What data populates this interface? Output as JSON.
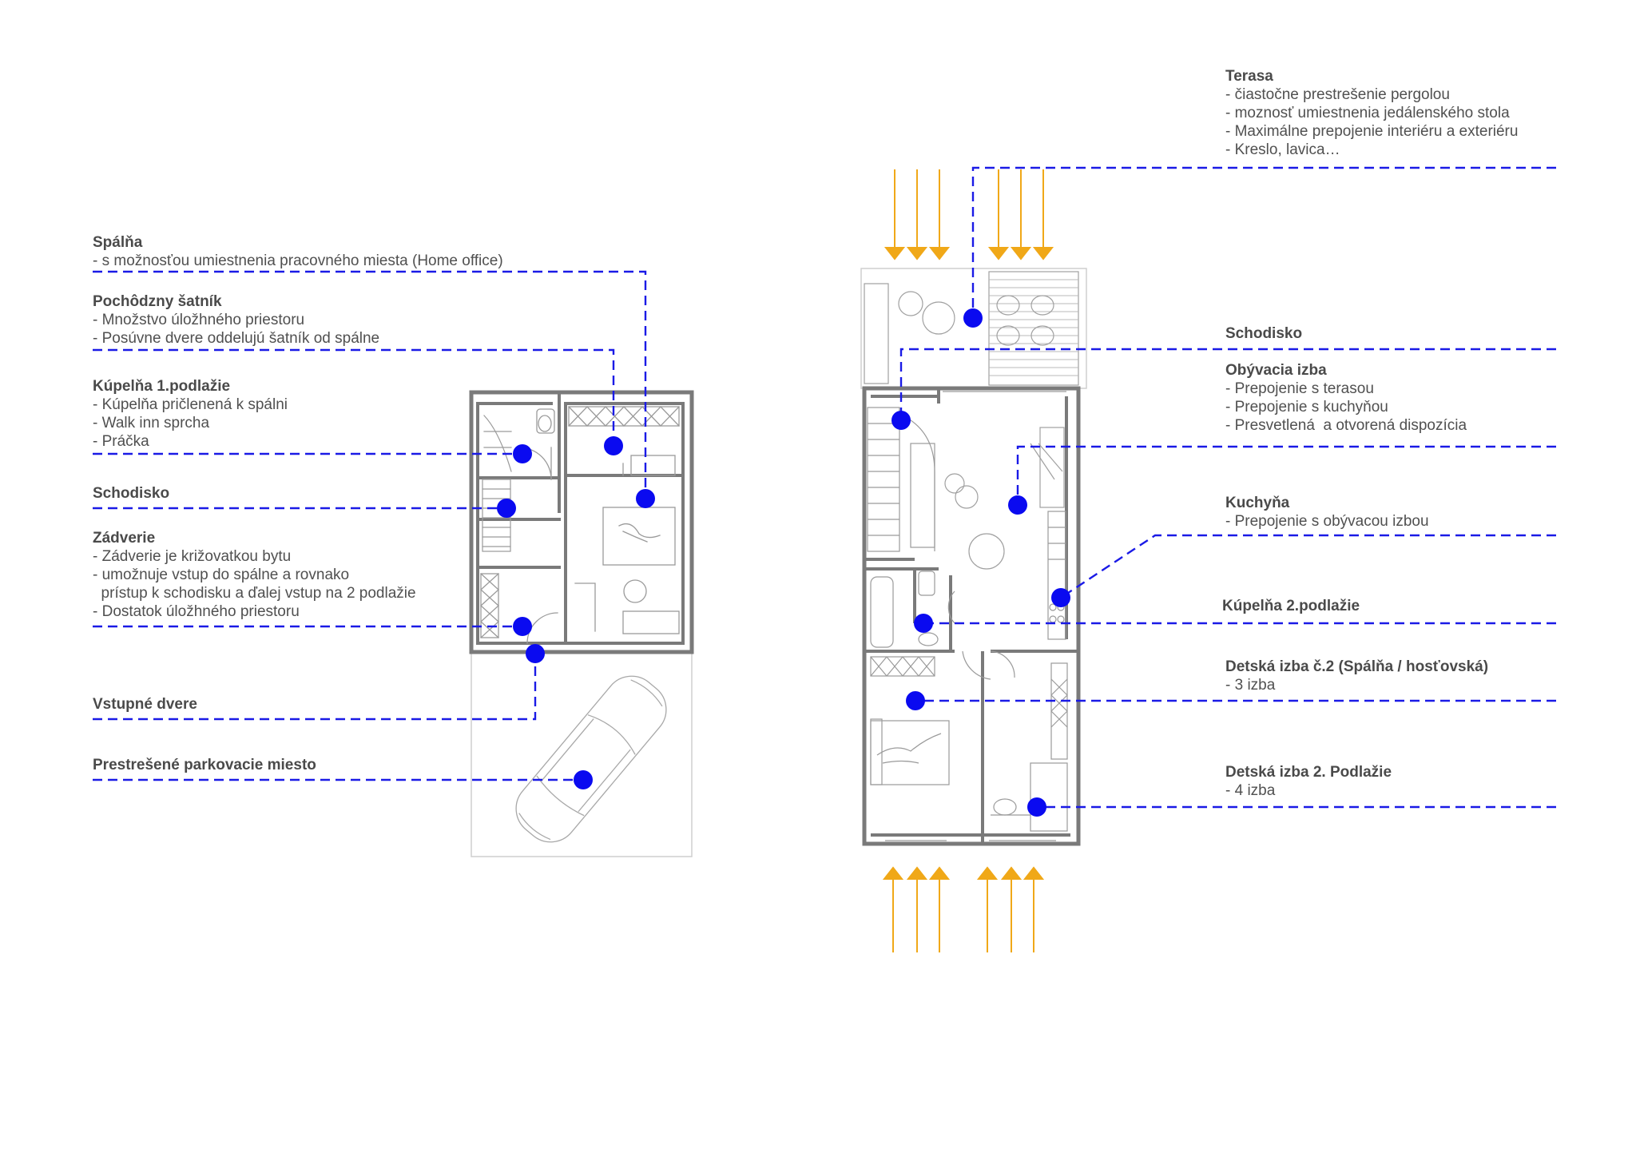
{
  "colors": {
    "leader": "#1a1ae6",
    "dot": "#0a0af0",
    "wall": "#7a7a7a",
    "furniture": "#9a9a9a",
    "arrow": "#f0a818",
    "text": "#505050"
  },
  "floor1": {
    "labels": [
      {
        "title": "Spálňa",
        "lines": [
          "- s možnosťou umiestnenia pracovného miesta (Home office)"
        ]
      },
      {
        "title": "Pochôdzny šatník",
        "lines": [
          "- Množstvo úložhného priestoru",
          "- Posúvne dvere oddelujú šatník od spálne"
        ]
      },
      {
        "title": "Kúpelňa 1.podlažie",
        "lines": [
          "- Kúpelňa pričlenená k spálni",
          "- Walk inn sprcha",
          "- Práčka"
        ]
      },
      {
        "title": "Schodisko",
        "lines": []
      },
      {
        "title": "Zádverie",
        "lines": [
          "- Zádverie je križovatkou bytu",
          "- umožnuje vstup do spálne a rovnako",
          "  prístup k schodisku a ďalej vstup na 2 podlažie",
          "- Dostatok úložhného priestoru"
        ]
      },
      {
        "title": "Vstupné dvere",
        "lines": []
      },
      {
        "title": "Prestrešené parkovacie miesto",
        "lines": []
      }
    ]
  },
  "floor2": {
    "labels": [
      {
        "title": "Terasa",
        "lines": [
          "- čiastočne prestrešenie pergolou",
          "- moznosť umiestnenia jedálenského stola",
          "- Maximálne prepojenie interiéru a exteriéru",
          "- Kreslo, lavica…"
        ]
      },
      {
        "title": "Schodisko",
        "lines": []
      },
      {
        "title": "Obývacia izba",
        "lines": [
          "- Prepojenie s terasou",
          "- Prepojenie s kuchyňou",
          "- Presvetlená  a otvorená dispozícia"
        ]
      },
      {
        "title": "Kuchyňa",
        "lines": [
          "- Prepojenie s obývacou izbou"
        ]
      },
      {
        "title": "Kúpelňa 2.podlažie",
        "lines": []
      },
      {
        "title": "Detská izba č.2 (Spálňa / hosťovská)",
        "lines": [
          "- 3 izba"
        ]
      },
      {
        "title": "Detská izba 2. Podlažie",
        "lines": [
          "- 4 izba"
        ]
      }
    ]
  }
}
